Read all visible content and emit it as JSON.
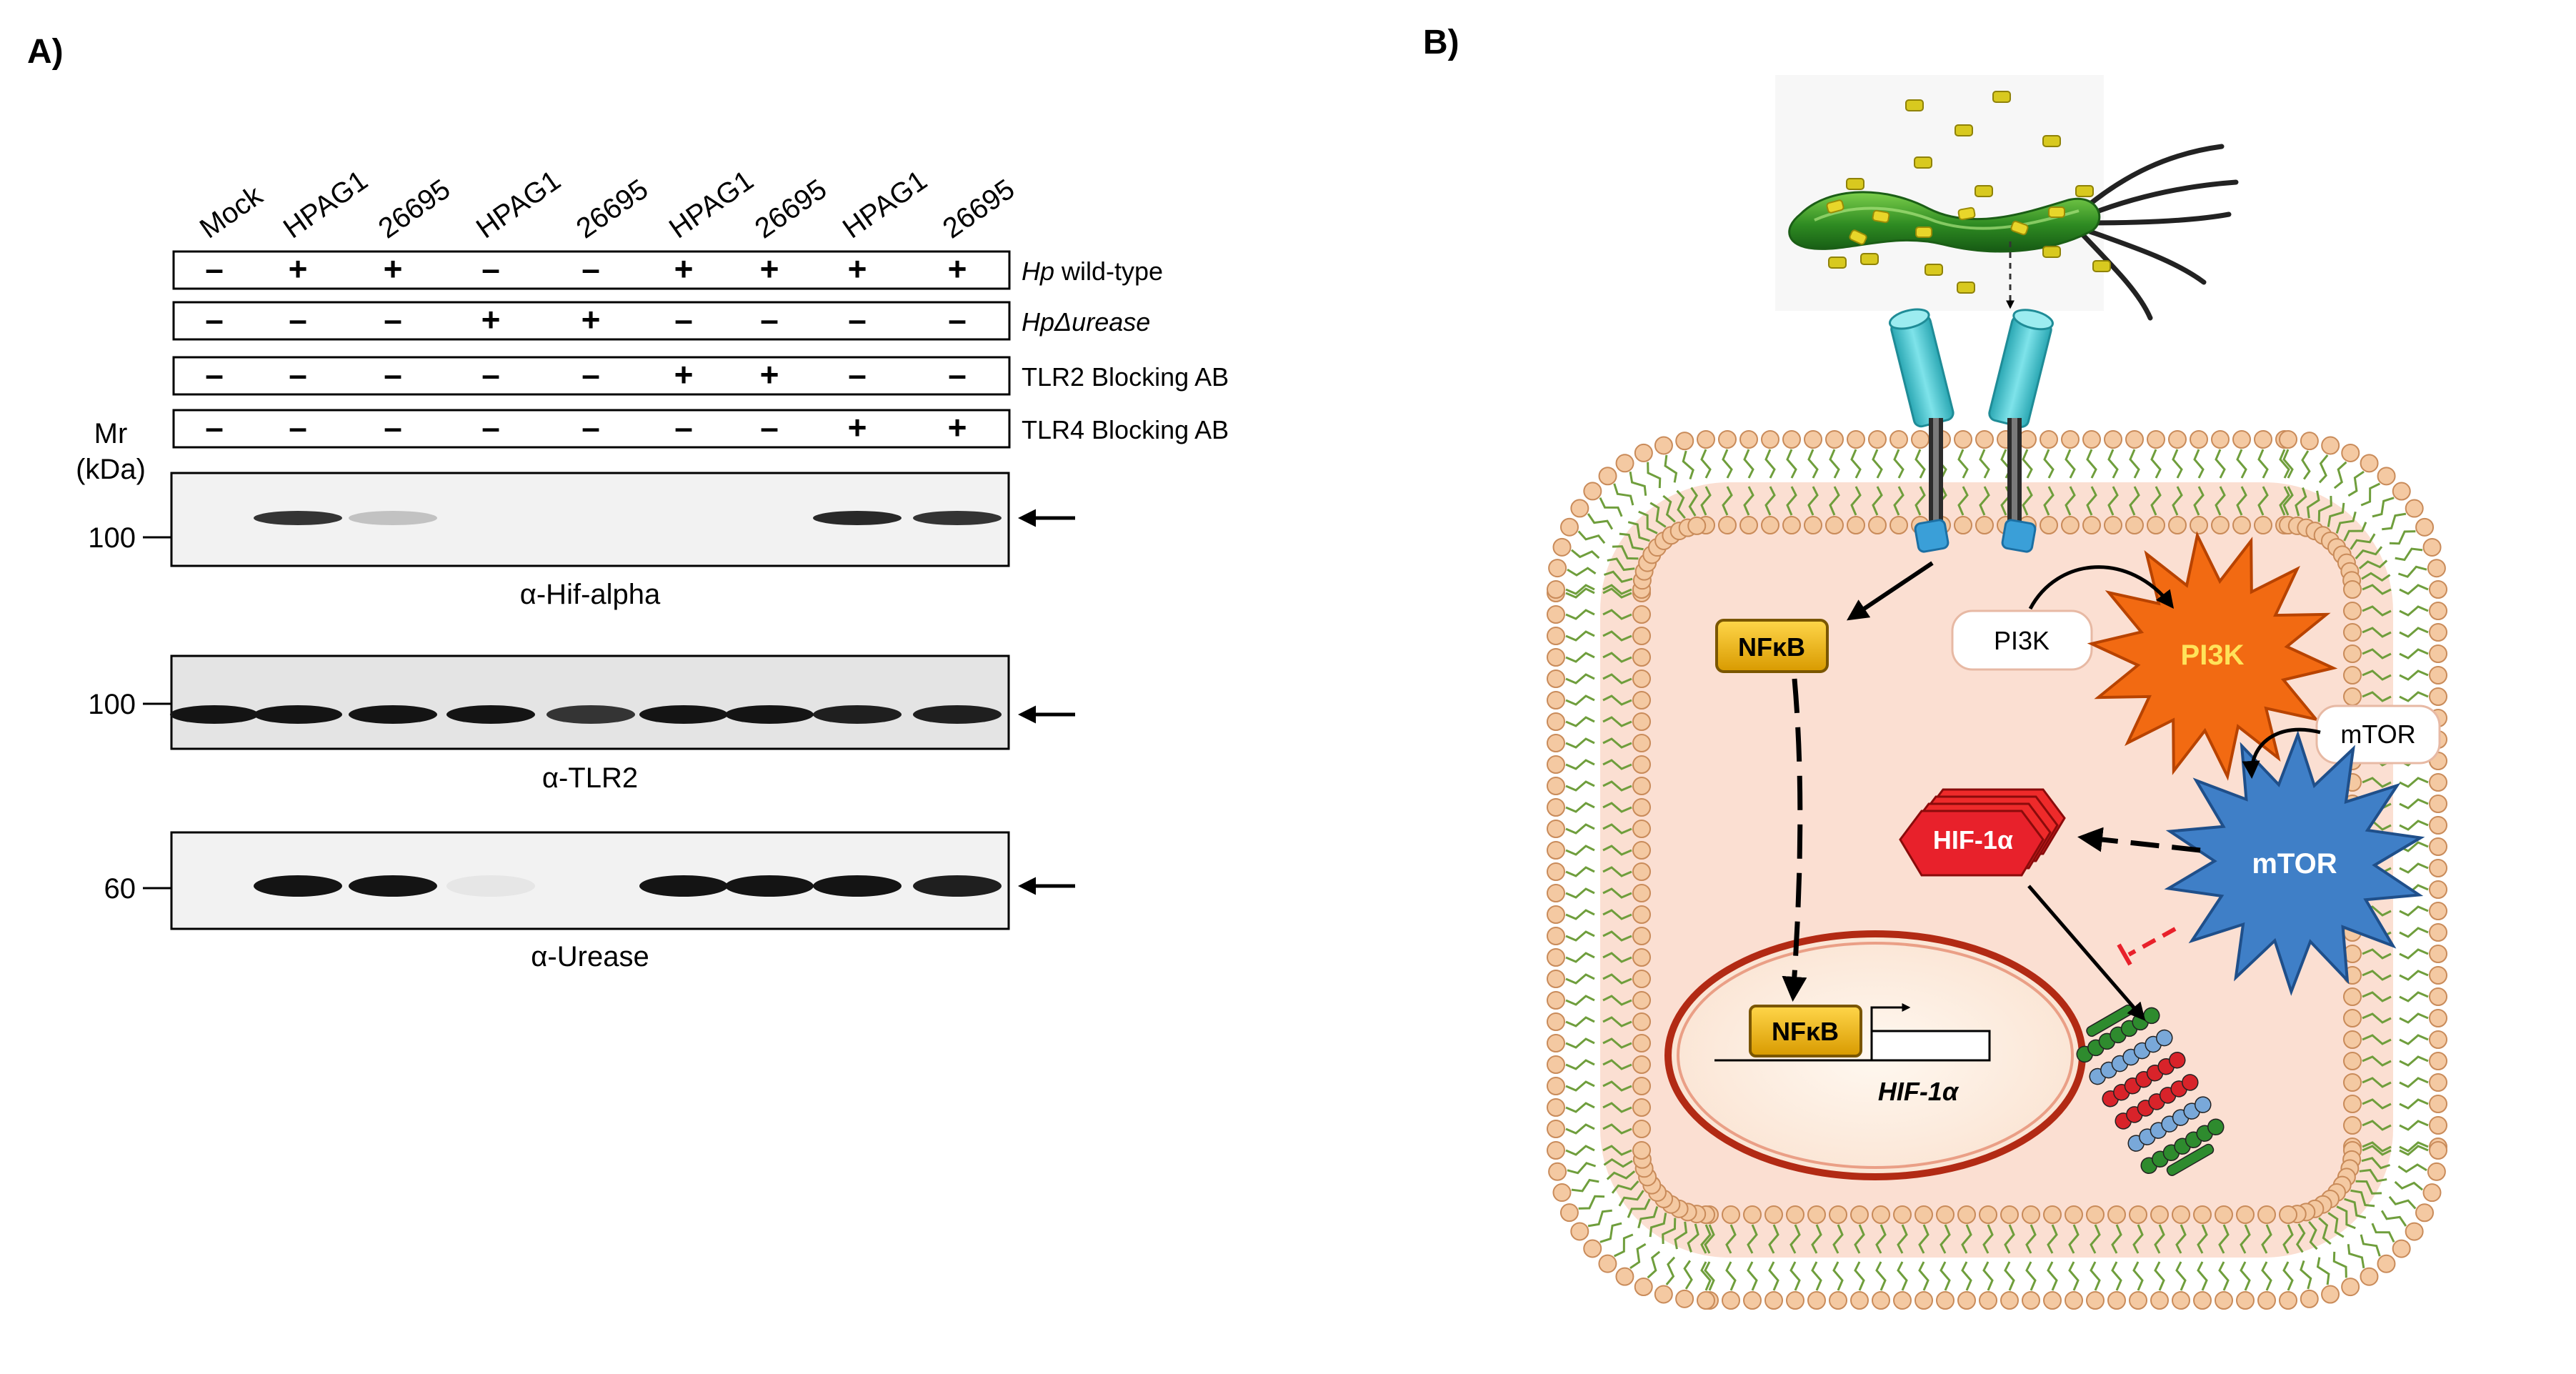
{
  "panel_a": {
    "label": "A)",
    "lanes": [
      "Mock",
      "HPAG1",
      "26695",
      "HPAG1",
      "26695",
      "HPAG1",
      "26695",
      "HPAG1",
      "26695"
    ],
    "conditions": [
      {
        "label_prefix": "Hp",
        "label_suffix": " wild-type",
        "prefix_italic": true,
        "suffix_italic": false,
        "signs": [
          "–",
          "+",
          "+",
          "–",
          "–",
          "+",
          "+",
          "+",
          "+"
        ]
      },
      {
        "label_prefix": "Hp",
        "label_suffix": "Δurease",
        "prefix_italic": true,
        "suffix_italic": true,
        "signs": [
          "–",
          "–",
          "–",
          "+",
          "+",
          "–",
          "–",
          "–",
          "–"
        ]
      },
      {
        "label_prefix": "",
        "label_suffix": "TLR2 Blocking AB",
        "prefix_italic": false,
        "suffix_italic": false,
        "signs": [
          "–",
          "–",
          "–",
          "–",
          "–",
          "+",
          "+",
          "–",
          "–"
        ]
      },
      {
        "label_prefix": "",
        "label_suffix": "TLR4 Blocking AB",
        "prefix_italic": false,
        "suffix_italic": false,
        "signs": [
          "–",
          "–",
          "–",
          "–",
          "–",
          "–",
          "–",
          "+",
          "+"
        ]
      }
    ],
    "mr_label_1": "Mr",
    "mr_label_2": "(kDa)",
    "blots": [
      {
        "name": "hif",
        "marker": "100",
        "caption": "α-Hif-alpha",
        "intensity": [
          0,
          0.85,
          0.3,
          0,
          0,
          0,
          0,
          0.9,
          0.85
        ]
      },
      {
        "name": "tlr2",
        "marker": "100",
        "caption": "α-TLR2",
        "intensity": [
          1,
          1,
          1,
          1,
          0.85,
          1,
          1,
          0.95,
          0.95
        ]
      },
      {
        "name": "urease",
        "marker": "60",
        "caption": "α-Urease",
        "intensity": [
          0,
          1,
          1,
          0.08,
          0,
          1,
          1,
          1,
          0.95
        ]
      }
    ]
  },
  "panel_b": {
    "label": "B)",
    "nfkb_cyto": "NFκB",
    "pi3k_inactive": "PI3K",
    "pi3k_active": "PI3K",
    "mtor_inactive": "mTOR",
    "mtor_active": "mTOR",
    "hif_protein": "HIF-1α",
    "nfkb_nucleus": "NFκB",
    "hif_gene": "HIF-1α",
    "colors": {
      "nfkb_fill": "#f2b705",
      "pi3k_active": "#f26a12",
      "mtor_active": "#3f7fc7",
      "hif_red": "#e8212b",
      "cytoplasm": "#fbe1d6",
      "membrane_head": "#f3c9a3",
      "membrane_tail": "#6f9e3c",
      "bacterium": "#3b9a2b",
      "receptor": "#3fc3cf"
    }
  }
}
